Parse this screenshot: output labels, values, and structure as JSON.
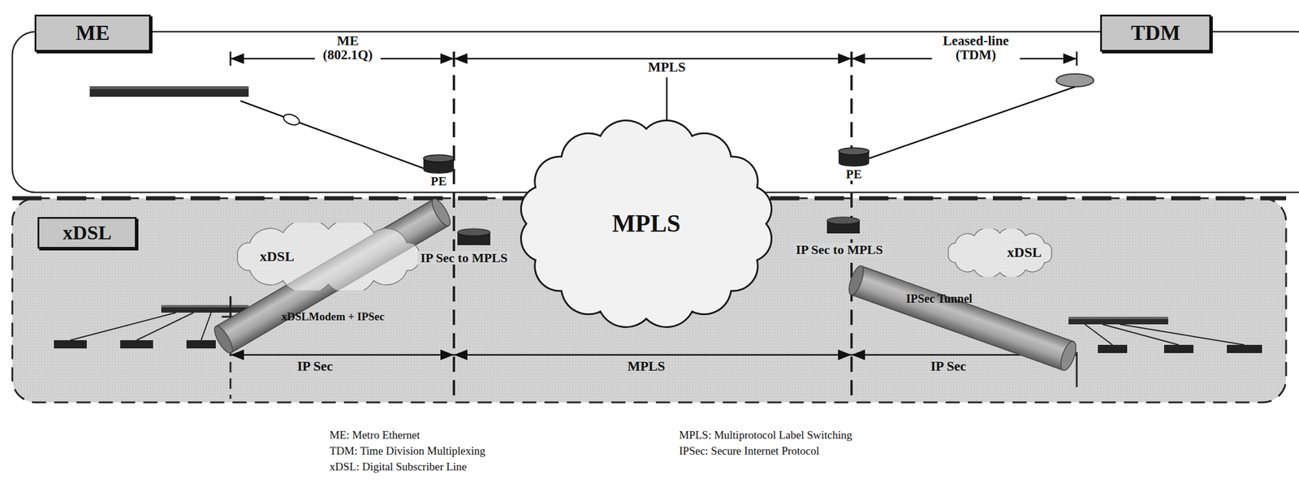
{
  "diagram": {
    "nodes": [
      {
        "text": [
          "ME"
        ]
      },
      {
        "text": [
          "TDM"
        ]
      },
      {
        "text": [
          "MPLS"
        ]
      },
      {
        "text": [
          "PE"
        ]
      },
      {
        "text": [
          "PE"
        ]
      },
      {
        "text": [
          "xDSL"
        ]
      },
      {
        "text": [
          "xDSL"
        ]
      },
      {
        "text": [
          "xDSL"
        ]
      }
    ],
    "labels": [
      "ME (802.1Q)",
      "MPLS",
      "Leased-line (TDM)",
      "IP Sec to MPLS",
      "xDSLModem + IPSec",
      "IP Sec to MPLS",
      "IPSec Tunnel",
      "IP Sec",
      "MPLS",
      "IP Sec",
      "ME: Metro Ethernet",
      "TDM: Time Division Multiplexing",
      "xDSL: Digital Subscriber Line",
      "MPLS: Multiprotocol Label Switching",
      "IPSec: Secure Internet Protocol"
    ]
  }
}
